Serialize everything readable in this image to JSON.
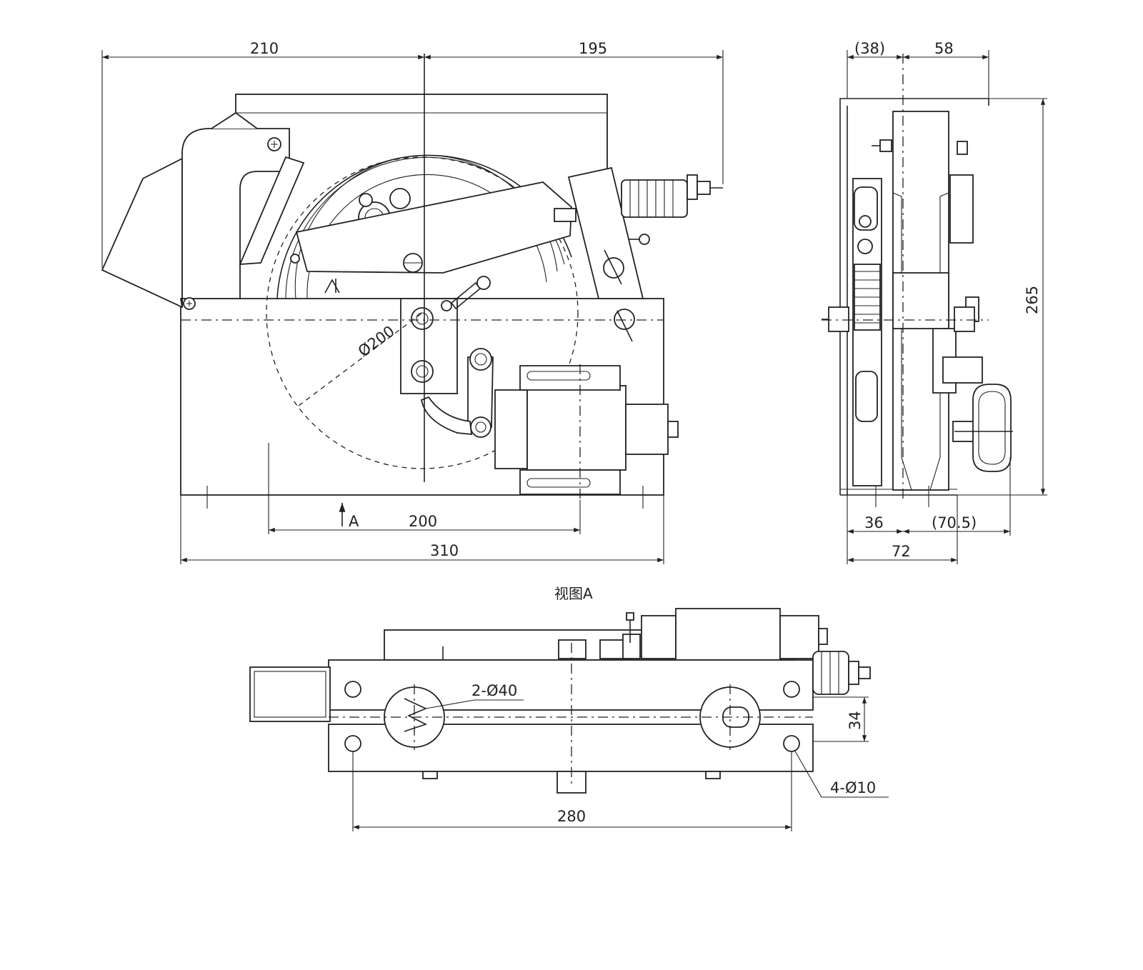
{
  "front_view": {
    "dims": {
      "left_width": "210",
      "right_width": "195",
      "wheel_diameter": "Ø200",
      "hole_spacing": "200",
      "base_width": "310",
      "view_marker": "A"
    }
  },
  "side_view": {
    "dims": {
      "top_left": "(38)",
      "top_right": "58",
      "height": "265",
      "bottom_left": "36",
      "bottom_right": "(70.5)",
      "bottom_total": "72"
    }
  },
  "view_a": {
    "title": "视图A",
    "dims": {
      "large_holes": "2-Ø40",
      "mount_holes": "4-Ø10",
      "offset": "34",
      "hole_spacing": "280"
    }
  },
  "colors": {
    "line": "#222222",
    "background": "#ffffff"
  }
}
